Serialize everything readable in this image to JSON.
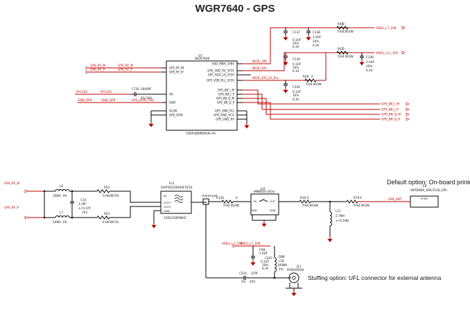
{
  "title": "WGR7640 - GPS",
  "colors": {
    "net": "#c00000",
    "wire": "#000000",
    "ground": "#b00000",
    "background": "#ffffff"
  },
  "u7": {
    "ref": "U7",
    "part": "WGR7640",
    "package": "CDSP4QMMDS4E-HS",
    "pins_left": [
      "GPS_RF_IN",
      "GPS_RF_IP",
      "XO",
      "SSBI",
      "SCAN",
      "GPS_GPIO"
    ],
    "pins_right": [
      "VDD_MEM_1P8V",
      "GPS_VDD_RX_1P3V",
      "GPS_VDD_LO_1P3V",
      "GPS_VDD_PLL_1P3V",
      "GPS_BB_I_M",
      "GPS_BB_I_P",
      "GPS_BB_Q_M",
      "GPS_BB_Q_P",
      "GPS_GND_PLL",
      "GPS_GND_VCO",
      "GPS_GND_RX"
    ]
  },
  "top_nets": {
    "gps_rf_m": "GPS_RF_M",
    "gps_rf_p": "GPS_RF_P",
    "rfclk1": "RFCLK1",
    "ssbi_gps": "SSBI_GPS",
    "ssbi_gps2": "SSBI_GPS",
    "rfclk_label": "RFCLK1",
    "gpio": "GPS_GPIO_TBU",
    "vrx": "VREG_L7_1P8",
    "vrx2": "VREG_L11_1P2",
    "wgr_1p8": "WGR_1P8",
    "wgr_1p2": "WGR_1P2",
    "wgr_1p2_pll": "WGR_1P2_LO_PLL",
    "bb": [
      "GPS_BB_I_M",
      "GPS_BB_I_P",
      "GPS_BB_Q_M",
      "GPS_BB_Q_P"
    ]
  },
  "top_parts": {
    "c720": {
      "ref": "C720",
      "val": "1000PF",
      "v": "5% 50V"
    },
    "r40": {
      "ref": "R40",
      "val": "0",
      "v": "5%0.063W"
    },
    "r47": {
      "ref": "R47",
      "val": "0",
      "v": "5%0.063W"
    },
    "r48": {
      "ref": "R48",
      "val": "0",
      "v": "5%0.063W"
    },
    "c137": {
      "ref": "C137",
      "val": "0.1UF",
      "t": "10%",
      "v": "6.3V"
    },
    "c138": {
      "ref": "C138",
      "val": "1.0UF",
      "t": "20%",
      "v": "6.3V"
    },
    "c139": {
      "ref": "C139",
      "val": "0.1UF",
      "t": "10%",
      "v": "6.3V"
    },
    "c140": {
      "ref": "C140",
      "val": "0.1UF",
      "t": "10%",
      "v": "6.3V"
    },
    "c136": {
      "ref": "C136",
      "val": "1.0UF",
      "t": "20%",
      "v": "6.3V"
    }
  },
  "bottom_nets": {
    "gps_rf_m": "GPS_RF_M",
    "gps_rf_p": "GPS_RF_P",
    "gps_ant": "GPS_ANT",
    "shared_pad": "shared pad",
    "vreg": "VREG_L7_1P8",
    "vreg2": "VREG_L7_1P8"
  },
  "bottom_parts": {
    "l6": {
      "ref": "L6",
      "val": "10NH",
      "t": "3%"
    },
    "l7": {
      "ref": "L7",
      "val": "10NH",
      "t": "3%"
    },
    "c14": {
      "ref": "C14",
      "val": "1.2PF",
      "t": "+/-0.1PF",
      "v": "25V"
    },
    "r52": {
      "ref": "R52",
      "val": "0",
      "v": "0.063W",
      "t": "5%"
    },
    "r53": {
      "ref": "R53",
      "val": "0",
      "v": "0.063W",
      "t": "5%"
    },
    "fl2": {
      "ref": "FL2",
      "part": "SAFFB1G56FA0F1R1X",
      "freq": "1565/1585MHZ",
      "pins": [
        "IN",
        "OUT1",
        "OUT2",
        "GND"
      ]
    },
    "r126": {
      "ref": "R126",
      "val": "0",
      "v": "5%0.063W"
    },
    "j10": {
      "ref": "J10",
      "part": "MM8030-2610",
      "pins": [
        "IN",
        "OUT",
        "GND",
        "GND"
      ]
    },
    "r39": {
      "ref": "R39",
      "val": "0",
      "v": "5%0.063W"
    },
    "r70": {
      "ref": "R70",
      "val": "0",
      "v": "5%0.063W"
    },
    "l11": {
      "ref": "L11",
      "val": "2.7NH",
      "t": "+/-0.1NH"
    },
    "e8": {
      "ref": "E8",
      "part": "ANTENNA_SMC3518_GPS",
      "feed": "FEED"
    },
    "c210": {
      "ref": "C210",
      "val": "22PF",
      "t": "5%",
      "v": "25V"
    },
    "c98": {
      "ref": "C98",
      "val": "1.0UF",
      "v": "6.3V"
    },
    "c207": {
      "ref": "C207",
      "val": "0.1UF",
      "t": "10%",
      "v": "6.3V"
    },
    "l18": {
      "ref": "L18",
      "val": "100NH",
      "t": "5%"
    },
    "d88": {
      "ref": "D88"
    },
    "j11": {
      "ref": "J11",
      "part": "BTA01001B"
    }
  },
  "notes": {
    "default_option": "Default option: On-board printed antenna",
    "stuffing_option": "Stuffing option: UFL connector for external antenna"
  }
}
